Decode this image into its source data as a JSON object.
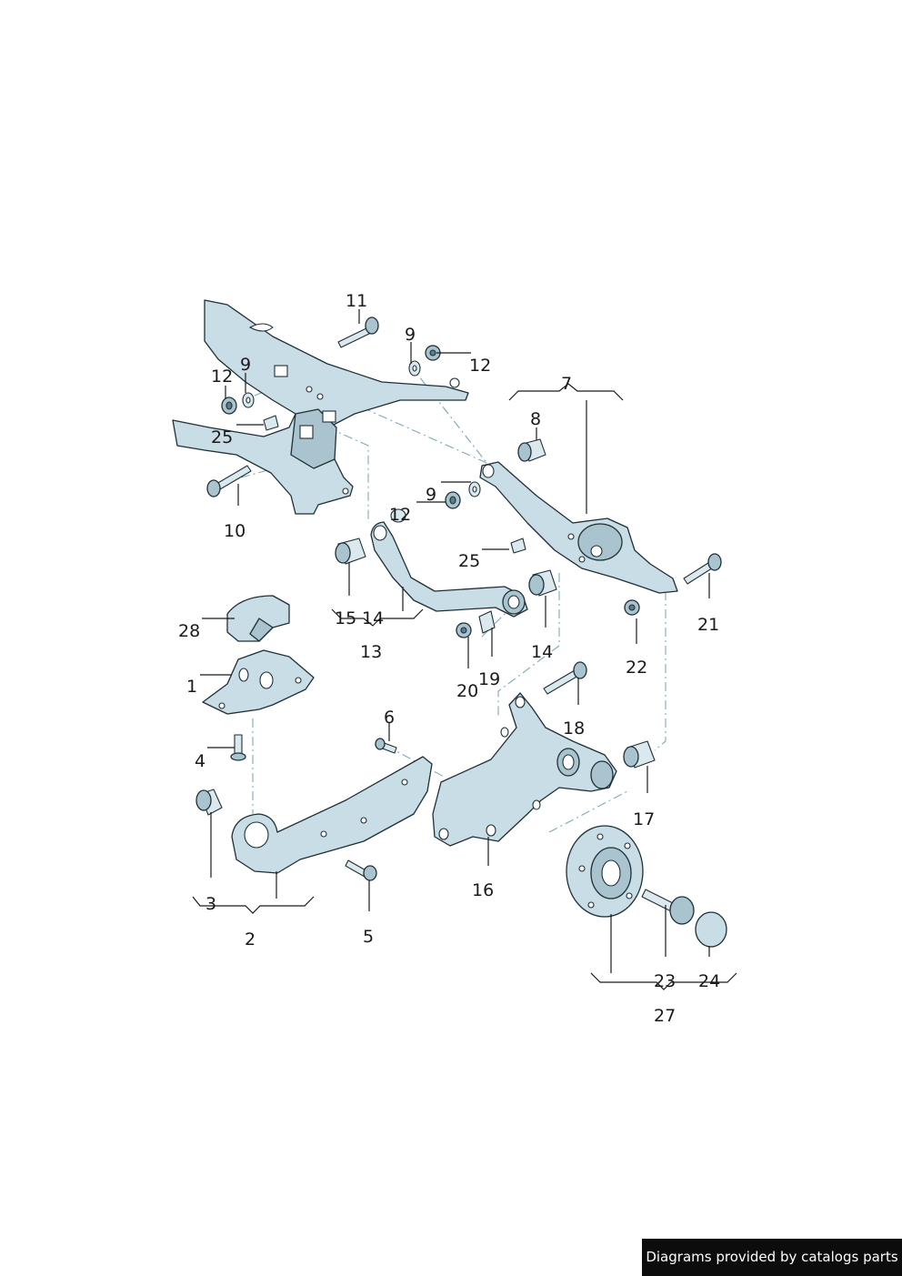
{
  "credit": "Diagrams provided by catalogs parts",
  "callouts": {
    "c1": "1",
    "c2": "2",
    "c3": "3",
    "c4": "4",
    "c5": "5",
    "c6": "6",
    "c7": "7",
    "c8": "8",
    "c9a": "9",
    "c9b": "9",
    "c9c": "9",
    "c10": "10",
    "c11": "11",
    "c12a": "12",
    "c12b": "12",
    "c12c": "12",
    "c13": "13",
    "c14a": "14",
    "c14b": "14",
    "c15": "15",
    "c16": "16",
    "c17": "17",
    "c18": "18",
    "c19": "19",
    "c20": "20",
    "c21": "21",
    "c22": "22",
    "c23": "23",
    "c24": "24",
    "c25a": "25",
    "c25b": "25",
    "c27": "27",
    "c28": "28"
  }
}
